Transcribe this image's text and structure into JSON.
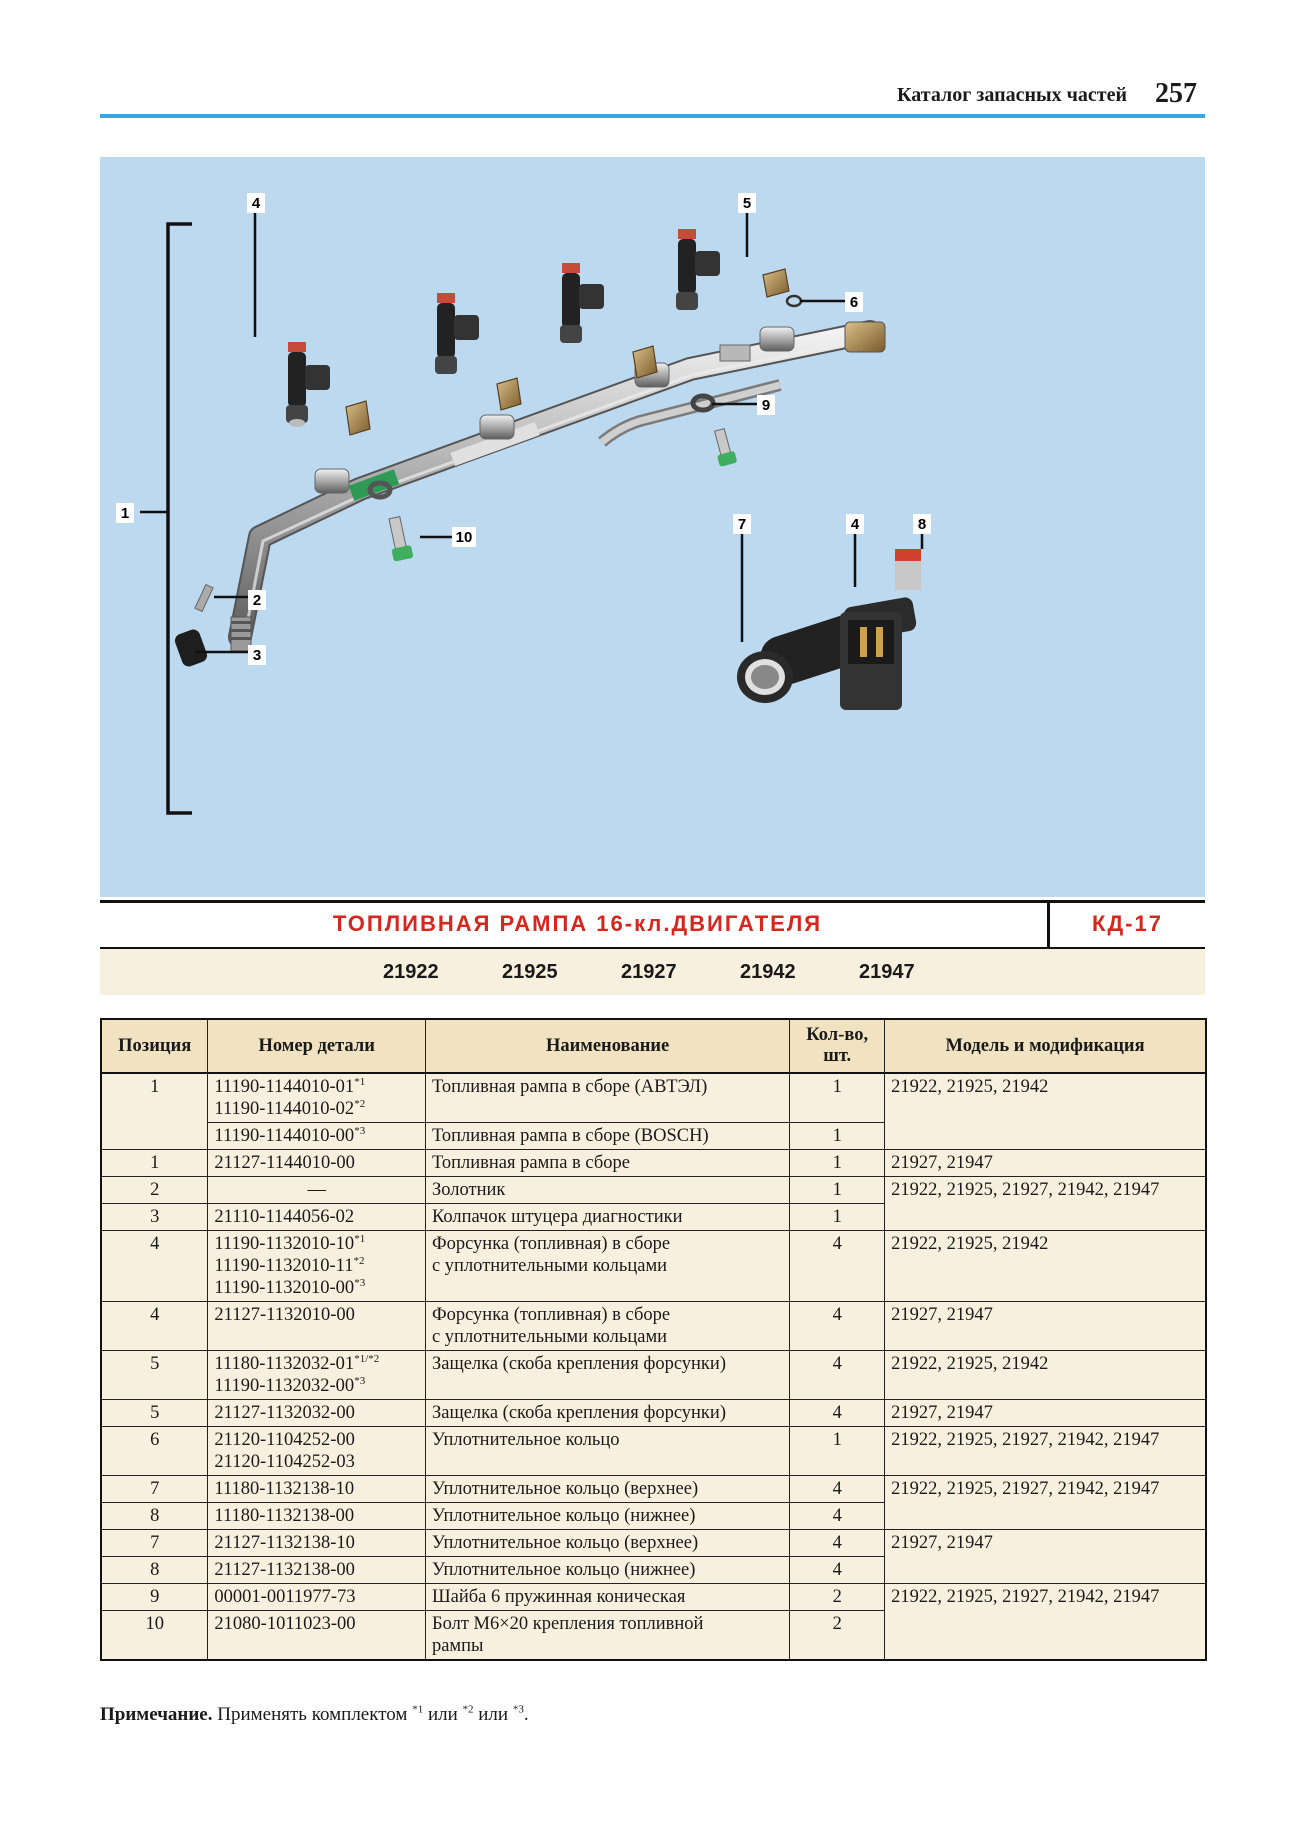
{
  "header": {
    "title": "Каталог запасных частей",
    "page_number": "257"
  },
  "illustration": {
    "callouts": [
      "1",
      "2",
      "3",
      "4",
      "5",
      "6",
      "7",
      "4",
      "8",
      "9",
      "10"
    ]
  },
  "catalog": {
    "title": "ТОПЛИВНАЯ РАМПА 16-кл.ДВИГАТЕЛЯ",
    "code": "КД-17"
  },
  "models": [
    "21922",
    "21925",
    "21927",
    "21942",
    "21947"
  ],
  "table": {
    "headers": {
      "position": "Позиция",
      "part_number": "Номер детали",
      "name": "Наименование",
      "qty_line1": "Кол-во,",
      "qty_line2": "шт.",
      "model": "Модель и модификация"
    },
    "rows": [
      {
        "pos": "1",
        "part_a": "11190-1144010-01",
        "sup_a": "*1",
        "part_b": "11190-1144010-02",
        "sup_b": "*2",
        "name": "Топливная рампа в сборе (АВТЭЛ)",
        "qty": "1",
        "model": "21922, 21925, 21942"
      },
      {
        "part_a": "11190-1144010-00",
        "sup_a": "*3",
        "name": "Топливная рампа в сборе (BOSCH)",
        "qty": "1"
      },
      {
        "pos": "1",
        "part_a": "21127-1144010-00",
        "name": "Топливная рампа в сборе",
        "qty": "1",
        "model": "21927, 21947"
      },
      {
        "pos": "2",
        "part_a": "—",
        "name": "Золотник",
        "qty": "1",
        "model": "21922, 21925, 21927, 21942, 21947"
      },
      {
        "pos": "3",
        "part_a": "21110-1144056-02",
        "name": "Колпачок штуцера диагностики",
        "qty": "1"
      },
      {
        "pos": "4",
        "part_a": "11190-1132010-10",
        "sup_a": "*1",
        "part_b": "11190-1132010-11",
        "sup_b": "*2",
        "part_c": "11190-1132010-00",
        "sup_c": "*3",
        "name": "Форсунка (топливная) в сборе",
        "name2": "с уплотнительными кольцами",
        "qty": "4",
        "model": "21922, 21925, 21942"
      },
      {
        "pos": "4",
        "part_a": "21127-1132010-00",
        "name": "Форсунка (топливная) в сборе",
        "name2": "с уплотнительными кольцами",
        "qty": "4",
        "model": "21927, 21947"
      },
      {
        "pos": "5",
        "part_a": "11180-1132032-01",
        "sup_a": "*1/*2",
        "part_b": "11190-1132032-00",
        "sup_b": "*3",
        "name": "Защелка (скоба крепления форсунки)",
        "qty": "4",
        "model": "21922, 21925, 21942"
      },
      {
        "pos": "5",
        "part_a": "21127-1132032-00",
        "name": "Защелка (скоба крепления форсунки)",
        "qty": "4",
        "model": "21927, 21947"
      },
      {
        "pos": "6",
        "part_a": "21120-1104252-00",
        "part_b": "21120-1104252-03",
        "name": "Уплотнительное кольцо",
        "qty": "1",
        "model": "21922, 21925, 21927, 21942, 21947"
      },
      {
        "pos": "7",
        "part_a": "11180-1132138-10",
        "name": "Уплотнительное кольцо (верхнее)",
        "qty": "4",
        "model": "21922, 21925, 21927, 21942, 21947"
      },
      {
        "pos": "8",
        "part_a": "11180-1132138-00",
        "name": "Уплотнительное кольцо (нижнее)",
        "qty": "4"
      },
      {
        "pos": "7",
        "part_a": "21127-1132138-10",
        "name": "Уплотнительное кольцо (верхнее)",
        "qty": "4",
        "model": "21927, 21947"
      },
      {
        "pos": "8",
        "part_a": "21127-1132138-00",
        "name": "Уплотнительное кольцо (нижнее)",
        "qty": "4"
      },
      {
        "pos": "9",
        "part_a": "00001-0011977-73",
        "name": "Шайба 6 пружинная коническая",
        "qty": "2",
        "model": "21922, 21925, 21927, 21942, 21947"
      },
      {
        "pos": "10",
        "part_a": "21080-1011023-00",
        "name": "Болт М6×20 крепления топливной",
        "name2": "рампы",
        "qty": "2"
      }
    ]
  },
  "note": {
    "label": "Примечание.",
    "text_1": " Применять комплектом ",
    "sup_1": "*1",
    "text_2": " или ",
    "sup_2": "*2",
    "text_3": " или ",
    "sup_3": "*3",
    "text_4": "."
  }
}
